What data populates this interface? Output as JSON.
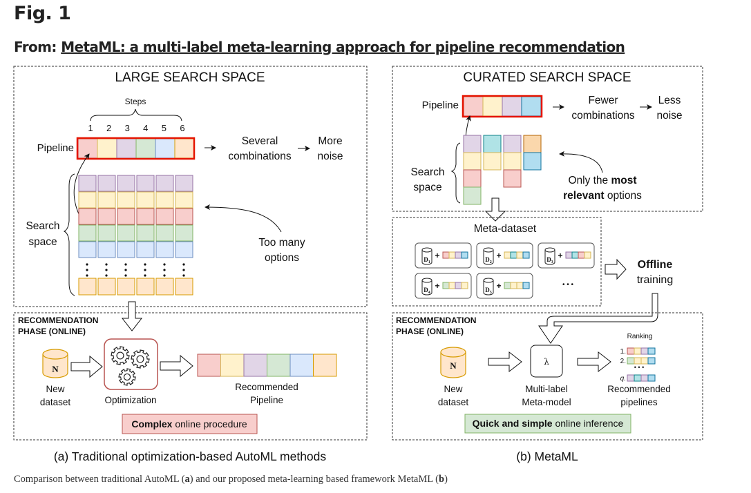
{
  "header": {
    "fig_label": "Fig. 1",
    "from_prefix": "From: ",
    "paper_title": "MetaML: a multi-label meta-learning approach for pipeline recommendation"
  },
  "colors": {
    "red": "#f8cecc",
    "red_border": "#b85450",
    "yellow": "#fff2cc",
    "yellow_border": "#d6b656",
    "purple": "#e1d5e7",
    "purple_border": "#9673a6",
    "green": "#d5e8d4",
    "green_border": "#82b366",
    "blue": "#dae8fc",
    "blue_border": "#6c8ebf",
    "orange": "#ffe6cc",
    "orange_border": "#d79b00",
    "teal": "#b0e3e6",
    "teal_border": "#0e8088",
    "cyan": "#b1ddf0",
    "cyan_border": "#10739e",
    "dkorange": "#fad7ac",
    "dkorange_border": "#b46504",
    "highlight": "#e51400"
  },
  "panel_a": {
    "title": "LARGE SEARCH SPACE",
    "steps_label": "Steps",
    "step_numbers": [
      "1",
      "2",
      "3",
      "4",
      "5",
      "6"
    ],
    "pipeline_label": "Pipeline",
    "pipeline_colors": [
      "red",
      "yellow",
      "purple",
      "green",
      "blue",
      "orange"
    ],
    "combo_line1": "Several",
    "combo_line2": "combinations",
    "noise_line1": "More",
    "noise_line2": "noise",
    "search_line1": "Search",
    "search_line2": "space",
    "grid_rows": [
      "purple",
      "yellow",
      "red",
      "green",
      "blue"
    ],
    "grid_last_row": "orange",
    "too_many_line1": "Too many",
    "too_many_line2": "options",
    "phase_line1": "RECOMMENDATION",
    "phase_line2": "PHASE (ONLINE)",
    "dataset_glyph": "N",
    "dataset_line1": "New",
    "dataset_line2": "dataset",
    "optimization_label": "Optimization",
    "rec_line1": "Recommended",
    "rec_line2": "Pipeline",
    "procedure_bold": "Complex",
    "procedure_rest": " online procedure",
    "subcaption": "(a) Traditional optimization-based AutoML methods"
  },
  "panel_b": {
    "title": "CURATED SEARCH SPACE",
    "pipeline_label": "Pipeline",
    "pipeline_colors": [
      "red",
      "yellow",
      "purple",
      "cyan"
    ],
    "combo_line1": "Fewer",
    "combo_line2": "combinations",
    "noise_line1": "Less",
    "noise_line2": "noise",
    "search_line1": "Search",
    "search_line2": "space",
    "columns": [
      [
        "purple",
        "yellow",
        "red",
        "green"
      ],
      [
        "teal",
        "yellow"
      ],
      [
        "purple",
        "yellow",
        "red"
      ],
      [
        "dkorange",
        "cyan"
      ]
    ],
    "relevant_line1_pre": "Only the ",
    "relevant_line1_bold": "most",
    "relevant_line2_bold": "relevant",
    "relevant_line2_rest": " options",
    "meta_dataset_title": "Meta-dataset",
    "meta_items": [
      {
        "label": "D",
        "sub": "1",
        "colors": [
          "red",
          "yellow",
          "purple",
          "cyan"
        ]
      },
      {
        "label": "D",
        "sub": "2",
        "colors": [
          "yellow",
          "teal",
          "yellow",
          "cyan"
        ]
      },
      {
        "label": "D",
        "sub": "3",
        "colors": [
          "purple",
          "teal",
          "red",
          "yellow"
        ]
      },
      {
        "label": "D",
        "sub": "4",
        "colors": [
          "green",
          "yellow",
          "purple",
          "yellow"
        ]
      },
      {
        "label": "D",
        "sub": "5",
        "colors": [
          "green",
          "yellow",
          "yellow",
          "cyan"
        ]
      }
    ],
    "ellipsis": "• • •",
    "offline_bold": "Offline",
    "offline_rest": "training",
    "phase_line1": "RECOMMENDATION",
    "phase_line2": "PHASE (ONLINE)",
    "dataset_glyph": "N",
    "dataset_line1": "New",
    "dataset_line2": "dataset",
    "model_glyph": "λ",
    "model_line1": "Multi-label",
    "model_line2": "Meta-model",
    "ranking_label": "Ranking",
    "ranking": [
      {
        "rank": "1.",
        "colors": [
          "red",
          "yellow",
          "purple",
          "cyan"
        ]
      },
      {
        "rank": "2.",
        "colors": [
          "green",
          "yellow",
          "yellow",
          "cyan"
        ]
      },
      {
        "rank": "q.",
        "colors": [
          "purple",
          "teal",
          "purple",
          "cyan"
        ]
      }
    ],
    "rank_ellipsis": "• • •",
    "rec_line1": "Recommended",
    "rec_line2": "pipelines",
    "inference_bold": "Quick and simple",
    "inference_rest": " online inference",
    "subcaption": "(b) MetaML"
  },
  "caption": {
    "pre": "Comparison between traditional AutoML (",
    "a": "a",
    "mid": ") and our proposed meta-learning based framework MetaML (",
    "b": "b",
    "post": ")"
  }
}
